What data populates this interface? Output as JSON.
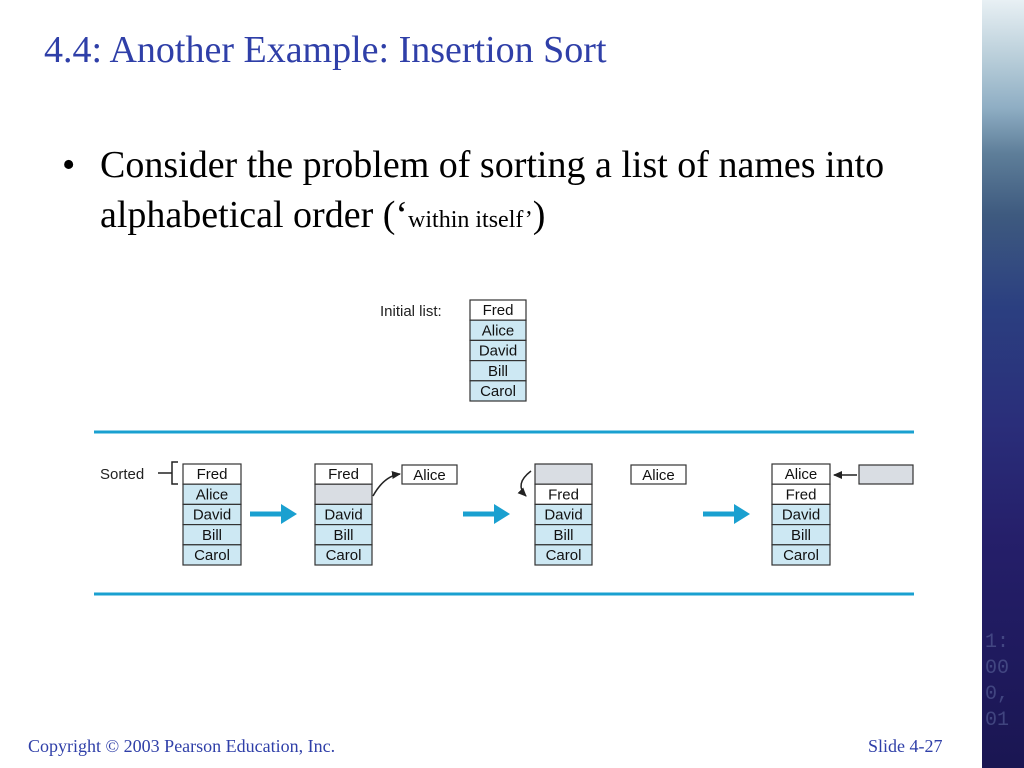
{
  "slide": {
    "title": "4.4: Another Example: Insertion Sort",
    "bullet_main": "Consider the problem of sorting a list of names into alphabetical order (‘",
    "bullet_aside": "within itself’",
    "bullet_close": ")",
    "footer_left": "Copyright © 2003 Pearson Education, Inc.",
    "footer_right": "Slide 4-27"
  },
  "diagram": {
    "initial_label": "Initial list:",
    "sorted_label": "Sorted",
    "initial_list": [
      "Fred",
      "Alice",
      "David",
      "Bill",
      "Carol"
    ],
    "stage1": [
      "Fred",
      "Alice",
      "David",
      "Bill",
      "Carol"
    ],
    "stage2": [
      "Fred",
      "",
      "David",
      "Bill",
      "Carol"
    ],
    "stage2_pivot": "Alice",
    "stage3": [
      "",
      "Fred",
      "David",
      "Bill",
      "Carol"
    ],
    "stage3_pivot": "Alice",
    "stage4": [
      "Alice",
      "Fred",
      "David",
      "Bill",
      "Carol"
    ],
    "colors": {
      "cell_light_blue": "#cde8f3",
      "cell_white": "#ffffff",
      "cell_gray": "#d9dde3",
      "accent_cyan": "#1aa0d0",
      "title_blue": "#2f3fa8"
    }
  }
}
